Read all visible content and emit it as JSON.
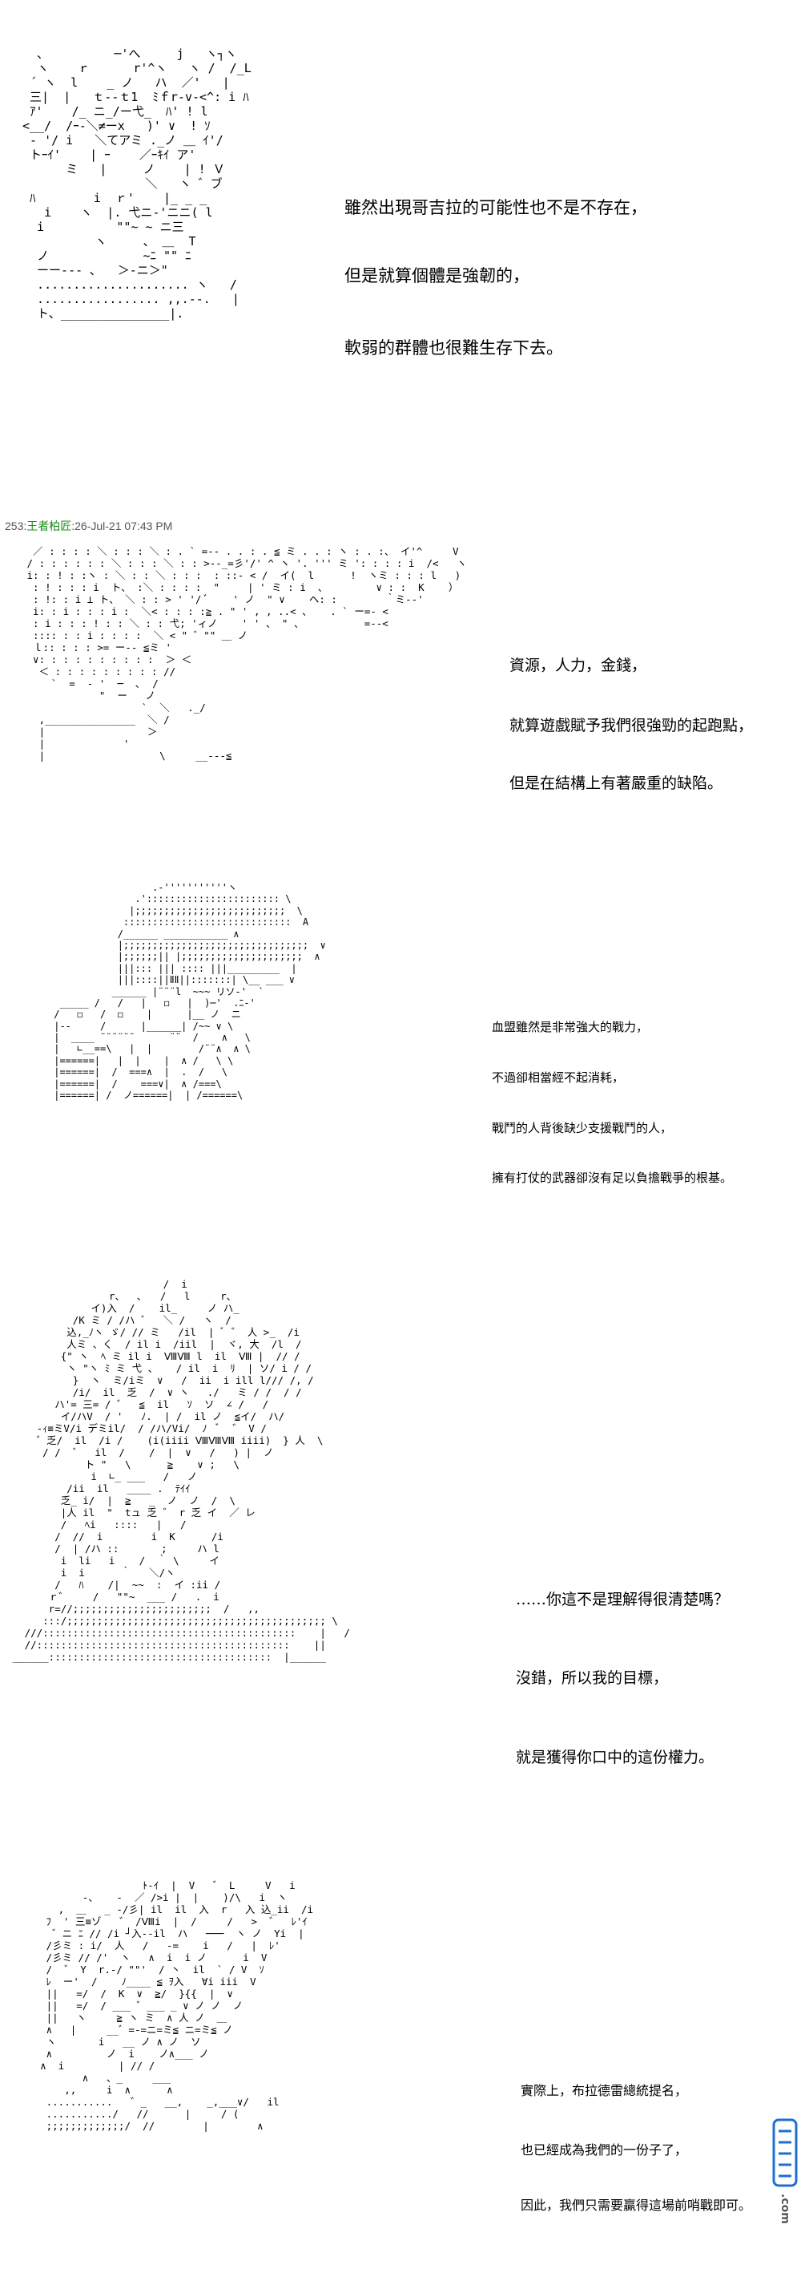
{
  "panels": [
    {
      "art": "  、         ─'へ     j   ヽ┐ヽ\n  ヽ    ｒ      r'^ヽ   ヽ /  /_L\n ´ ヽ  l    _ ノ   ハ  ／'   |\n 三|  |   ｔ--ｔ1  ﾐｆr-v-<^: i ﾊ\n ｱ'    /_ ニ_/ー弋_  ﾊ' ! l\n<__/  /ｰ-＼≠ーx   )' ∨  ! ｿ\n ‐ '/ i   ＼てアミ ._ノ ＿ ｲ'/ \n トｰｲ'    | ｰ    ／ｰｷｲ ア'\n      ミ   |     ノ    | ! Ｖ\n                 ＼   ヽ ゛ブ\n ﾊ        i  ｒ'    |_ _ _ \n   i    ヽ  |. 弋ニ-'ニニ( l\n  i          \"\"~ ~ ニ三\n          ヽ     、 ＿  T \n  ノ             ~ﾆ \"\" ﾆ\n  ーー‐-- ､   ＞-ニ＞\"\n  ..................... ヽ   /\n  ................. ,,.--.   |\n  ト、_______________|.",
      "lines": [
        "雖然出現哥吉拉的可能性也不是不存在，",
        "但是就算個體是強韌的，",
        "軟弱的群體也很難生存下去。"
      ]
    },
    {
      "header": {
        "number": "253:",
        "name": "王者柏匠",
        "date": ":26-Jul-21 07:43 PM"
      },
      "art": "  ／ : : : : ＼ : : : ＼ : . ` =-- . . : . ≦ ミ . . : ヽ : . :、 イ'^     V\n / : : : : : : ＼ : : : ＼ : : >--_=彡'/' ^ ヽ '. ''' ミ ': : : : i  /<   ヽ\n i: : ! : :ヽ : ＼ : : ＼ : : :  : ::- < /  イ(  l      !  ヽミ : : : l   ) \n  : ! : : : i  ト、 :＼ : : : :  \" 　  | ' ミ : i  、        ∨ : :  K    ）\n  : !: : i ⊥ ト、 ＼ : : > ' '/ ﾞ    ' ノ  \" ∨    ヘ: :        ｀ミ--'\n  i: : i : : : i :  ＼< : : : :≧ . \" ' , , ..< 、   . ` ー=- <\n  : i : : : ! : : ＼ : : 弋; 'ィノ    ' ' 、 \" 、          =--<\n  :::: : : i : : : :  ＼ < \" ゛\"\" ＿ ノ\n  ｌ:: : : : >= ー-- ≦ミ '\n  ∨: : : : : : : : : :  ＞ ＜ \n   ＜ : : : : : : : : : //\n     `  =  - '  ─  ､  /\n             \"  ー   ノ\n                    `  ＼   ._/\n   ,_______________  ＼ /\n   |                 ＞\n   |             '\n   |                   \\     __---≦",
      "lines": [
        "資源，人力，金錢，",
        "就算遊戲賦予我們很強勁的起跑點，",
        "但是在結構上有著嚴重的缺陷。"
      ]
    },
    {
      "art": "                  .-'''''''''''ヽ\n               .'::::::::::::::::::::::: \\\n              |;;;;;;;;;;;;;;;;;;;;;;;;;;  \\\n             :::::::::::::::::::::::::::::  A\n            /______ ___________ ∧\n            |;;;;;;;;;;;;;;;;;;;;;;;;;;;;;;;;  ∨\n            |;;;;;;|| |;;;;;;;;;;;;;;;;;;;;;  ∧\n            |||::: ||| :::: |||_________  |\n            |||::::||ⅡⅡ||:::::::| \\__ ___ ∨\n           ______ |¨¨¨l  ~~~ リソ-'  `\n  _____ /   /   |   ◻   |  )─'  .ﾆ-'\n /   ◻   /  ◻    |      |__ ノ  ニ\n |--     /      |______| /~~ ∨ \\\n |  ____ ¨¨¨¨¨¨      ¨¨  /    ∧   \\\n |   ∟__==\\   |  |        /¨¨∧  ∧ \\\n |======|   |  |    |  ∧ /   \\ \\\n |======|  /  ===∧  |  .  /   \\\n |======|  /    ===∨|  ∧ /===\\\n |======| /  ノ======|  | /======\\",
      "lines": [
        "血盟雖然是非常強大的戰力，",
        "不過卻相當經不起消耗，",
        "戰鬥的人背後缺少支援戰鬥的人，",
        "擁有打仗的武器卻沒有足以負擔戰爭的根基。"
      ]
    },
    {
      "art": "                          /  i\n                 r、  ､   /   l     r、\n              イ)入  /    il_     ノ ハ_\n           /K ミ / /ハ ゛  ＼ /   ヽ  /\n          込,_ﾉヽ ゞ/ // ミ   /il  | ﾞ ゛ 人 >_  /i\n          人ミ 、く  / il i  /iil  |  ヾ, 大  /l  /\n         {\" ヽ  ﾍ ミ il i  ⅧⅧ l  il  Ⅷ |  // /\n          ヽ \"ヽ ﾐ ミ 弋 、   / il  i  ﾘ  | ソ/ i / /\n           }  ヽ  ミ/iミ  ∨   /  ii  i ill l/// /, /\n           /i/  il  乏  /  ∨ ヽ   ./   ミ / /  / /\n        ハ'= 三= / ゛  ≦  il   ｿ  ソ  ∠ /   /\n         イ/ハV  / '   ﾉ.  | /  il ノ  ≦イ/  ハ/\n     -ｨ≡ミV/i デミil/  / /ハ/Vi/  ﾉ  ﾞ  ゛ V /\n     ゛乏/  il  /i /    (i(iiii ⅧⅧⅧ iiii)  } 人  \\\n      / /  ゛  il  /    /  |  ∨   /   ) |  ノ\n             ト \"   \\      ≧    ∨ ;   \\\n              i  ∟_ ___   /   ノ\n          /ii  il   ____ .  ﾃｲｲ\n         乏_ i/  |  ≧   _  ノ  ノ  /  \\\n         |人 il  \"  tュ 乏 ゛ r 乏 イ  ／ レ\n         /   ﾍi   ::::   |   /\n        /  //  i        i  K      /i\n        /  | /ハ ::       ;     ハ l\n         i  li   i    /  ｀ \\     イ\n         i  i      ｀   ＼/ヽ\n        /   ﾊ    /|  ~~  :  イ :ii /\n       ｒ゛    /   \"\"~  ___ /   .  i\n       r=//;;;;;;;;;;;;;;;;;;;;;;;  /   ,,\n      :::/;;;;;;;;;;;;;;;;;;;;;;;;;;;;;;;;;;;;;;;;;;; \\\n   ///::::::::::::::::::::::::::::::::::::::::::    |   /\n   //::::::::::::::::::::::::::::::::::::::::::    ||\n ______:::::::::::::::::::::::::::::::::::::  |______",
      "lines": [
        "……你這不是理解得很清楚嗎？",
        "沒錯，所以我的目標，",
        "就是獲得你口中的這份權力。"
      ]
    },
    {
      "art": "                     ﾄ-ｲ  |  V   ゛ L     V   i\n           -、   ‐  ／ />i |  |    )/\\   i  ヽ\n       ,  ＿   _ -/彡| il  il  入  r   入 込_ii  /i\n     ﾌ  ' 三≡ゾ   ゛ /Ⅷi  |  /     /   >  ゛  ﾚ'ｲ\n      ゛ニ ﾆ // /i ┘入--il  ハ   ───  ヽ ノ  Yi  |\n     /彡ミ : i/  人   /   -=    i   /   |  ﾚ'\n     /彡ミ // /'  ヽ   ∧  i  i ノ      i  V\n     /  ゛ Y  r.-/ \"\"'  / 丶  il  ` / V  ｿ\n     ﾚ  ー'  /    ﾉ____ ≦ ｦ入   ∀i iii  V\n     ||   =/  /  K  ∨  ≧/  }{{  |  ∨\n     ||   =/  / ___ ゛___ _ ∨ ノ ノ  ノ\n     ||   ヽ     ≧ ヽ ミ  ∧ 人 ノ  ＿\n     ∧   |     __゛=-=ニ=ミ≦ ニ=ミ≦ ノ\n     ヽ       i   __ ノ ∧ ノ  ソ\n     ∧         ノ  i    ノ∧___ ノ\n    ∧  i         | // /\n           ∧   、_     ___\n        ,,     i  ∧      ∧\n     ...........   ゛_   __,    _,___∨/   il\n     .........../   //      |     / (\n     ;;;;;;;;;;;;;/  //        |        ∧",
      "lines": [
        "實際上，布拉德雷總統提名，",
        "也已經成為我們的一份子了，",
        "因此，我們只需要贏得這場前哨戰即可。"
      ]
    }
  ],
  "watermark": {
    "logo": "DMZJ",
    "site": ".com"
  }
}
